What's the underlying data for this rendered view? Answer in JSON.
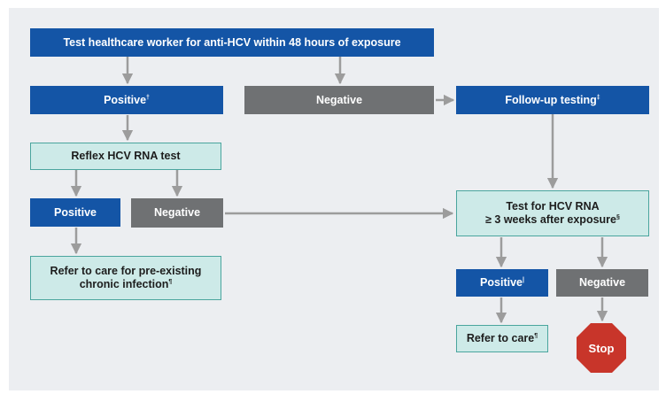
{
  "colors": {
    "primary_blue": "#1455a6",
    "negative_gray": "#6f7173",
    "teal_fill": "#cdeae8",
    "teal_border": "#4aa59e",
    "arrow_gray": "#9c9c9c",
    "stop_red": "#c8352a"
  },
  "flowchart": {
    "top": {
      "text": "Test healthcare worker for anti-HCV within 48 hours of exposure"
    },
    "positive1": {
      "text": "Positive",
      "mark": "†"
    },
    "negative1": {
      "text": "Negative"
    },
    "followup": {
      "text": "Follow-up testing",
      "mark": "‡"
    },
    "reflex": {
      "text": "Reflex HCV RNA test"
    },
    "positive2": {
      "text": "Positive"
    },
    "negative2": {
      "text": "Negative"
    },
    "refer_chronic": {
      "line1": "Refer to care for pre-existing",
      "line2": "chronic infection",
      "mark": "¶"
    },
    "test_rna": {
      "line1": "Test for HCV RNA",
      "line2": "≥ 3 weeks after exposure",
      "mark": "§"
    },
    "positive3": {
      "text": "Positive",
      "mark": "|"
    },
    "negative3": {
      "text": "Negative"
    },
    "refer_care": {
      "text": "Refer to care",
      "mark": "¶"
    },
    "stop": {
      "text": "Stop",
      "icon": "stop-sign-icon"
    }
  }
}
